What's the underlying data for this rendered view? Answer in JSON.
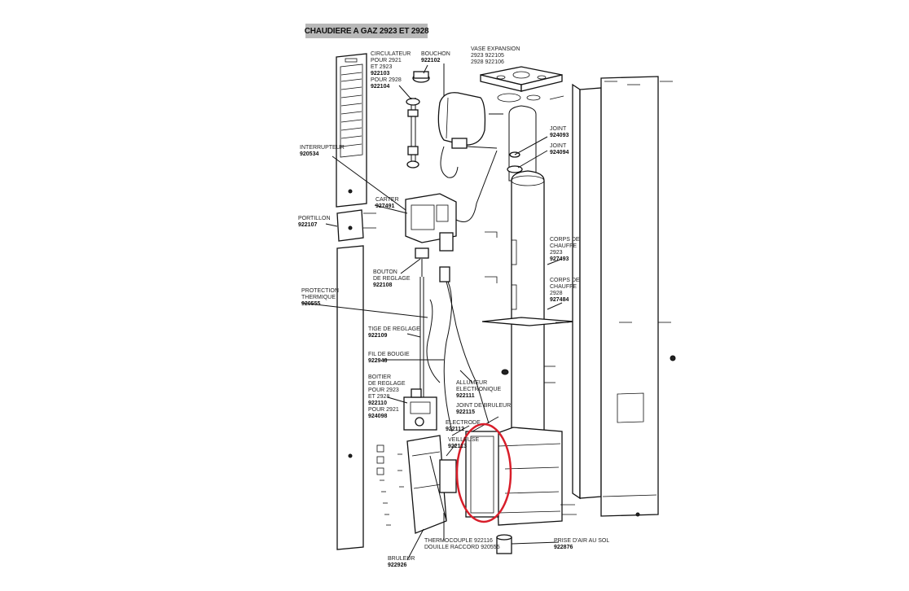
{
  "title": "CHAUDIERE A GAZ 2923 ET 2928",
  "highlight_color": "#d81e2a",
  "labels": {
    "circulateur": [
      "CIRCULATEUR",
      "POUR 2921",
      "ET 2923",
      "922103",
      "POUR 2928",
      "922104"
    ],
    "bouchon": [
      "BOUCHON",
      "922102"
    ],
    "vase": [
      "VASE EXPANSION",
      "2923  922105",
      "2928  922106"
    ],
    "interrupteur": [
      "INTERRUPTEUR",
      "920534"
    ],
    "carter": [
      "CARTER",
      "927491"
    ],
    "portillon": [
      "PORTILLON",
      "922107"
    ],
    "joint1": [
      "JOINT",
      "924093"
    ],
    "joint2": [
      "JOINT",
      "924094"
    ],
    "corps2923": [
      "CORPS DE",
      "CHAUFFE",
      "2923",
      "927493"
    ],
    "corps2928": [
      "CORPS DE",
      "CHAUFFE",
      "2928",
      "927484"
    ],
    "bouton": [
      "BOUTON",
      "DE REGLAGE",
      "922108"
    ],
    "protection": [
      "PROTECTION",
      "THERMIQUE",
      "920555"
    ],
    "tige": [
      "TIGE DE REGLAGE",
      "922109"
    ],
    "fil": [
      "FIL DE BOUGIE",
      "922948"
    ],
    "boitier": [
      "BOITIER",
      "DE REGLAGE",
      "POUR 2923",
      "ET 2928",
      "922110",
      "POUR 2921",
      "924098"
    ],
    "allumeur": [
      "ALLUMEUR",
      "ELECTRONIQUE",
      "922111"
    ],
    "joint_bruleur": [
      "JOINT DE BRULEUR",
      "922115"
    ],
    "electrode": [
      "ELECTRODE",
      "922112"
    ],
    "veilleuse": [
      "VEILLEUSE",
      "922113"
    ],
    "thermocouple": [
      "THERMOCOUPLE  922116",
      "DOUILLE RACCORD  920555"
    ],
    "bruleur": [
      "BRULEUR",
      "922926"
    ],
    "prise_air": [
      "PRISE D'AIR AU SOL",
      "922876"
    ]
  }
}
